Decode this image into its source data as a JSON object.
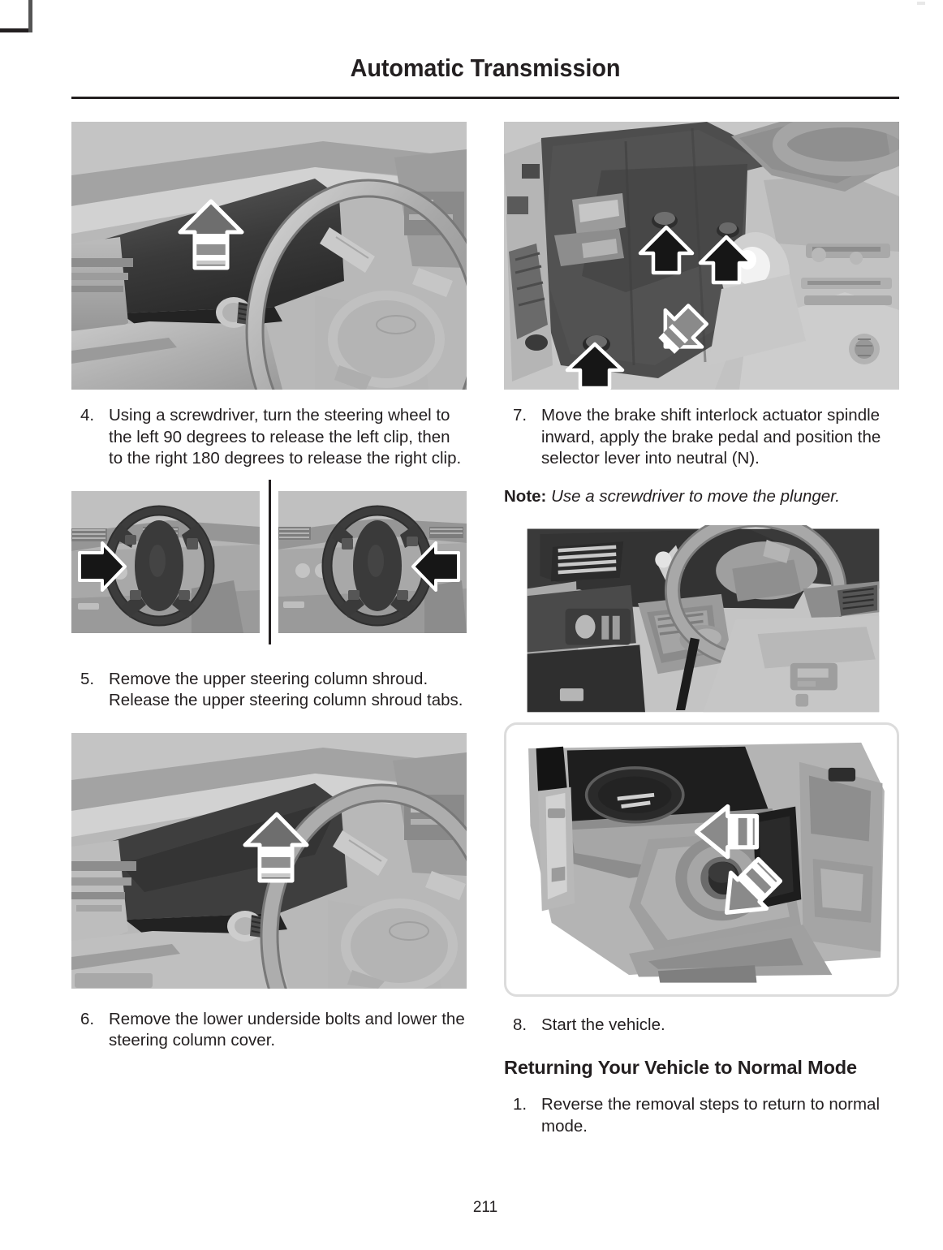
{
  "page": {
    "title": "Automatic Transmission",
    "page_number": "211"
  },
  "left_column": {
    "figure_1_name": "steering-column-upper-shroud-release-illustration",
    "step_4": {
      "number": "4.",
      "text": "Using a screwdriver, turn the steering wheel to the left 90 degrees to release the left clip, then to the right 180 degrees to release the right clip."
    },
    "figure_2_name": "steering-wheel-left-90-degrees-illustration",
    "figure_3_name": "steering-wheel-right-180-degrees-illustration",
    "step_5": {
      "number": "5.",
      "text": "Remove the upper steering column shroud. Release the upper steering column shroud tabs."
    },
    "figure_4_name": "lower-steering-column-cover-illustration",
    "step_6": {
      "number": "6.",
      "text": "Remove the lower underside bolts and lower the steering column cover."
    }
  },
  "right_column": {
    "figure_5_name": "steering-column-underside-bolts-illustration",
    "step_7": {
      "number": "7.",
      "text": "Move the brake shift interlock actuator spindle inward, apply the brake pedal and position the selector lever into neutral (N)."
    },
    "note": {
      "label": "Note:",
      "text": "Use a screwdriver to move the plunger."
    },
    "figure_6_name": "dashboard-steering-column-overview-illustration",
    "figure_7_name": "brake-shift-interlock-actuator-detail-illustration",
    "step_8": {
      "number": "8.",
      "text": "Start the vehicle."
    },
    "subheading": "Returning Your Vehicle to Normal Mode",
    "step_1": {
      "number": "1.",
      "text": "Reverse the removal steps to return to normal mode."
    }
  },
  "colors": {
    "ink": "#231f20",
    "rule": "#231f20",
    "callout_border": "#dcdcdc",
    "arrow_black": "#1a1a1a",
    "arrow_white_outline": "#ffffff",
    "arrow_gray": "#8d8d8d"
  }
}
